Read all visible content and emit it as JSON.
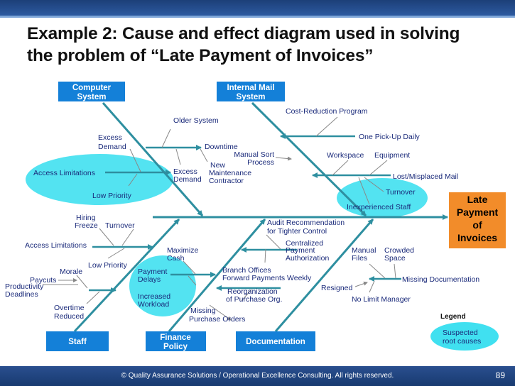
{
  "title": {
    "line1": "Example 2: Cause and effect diagram used in solving",
    "line2": "the problem of “Late Payment of Invoices”"
  },
  "effect": [
    "Late",
    "Payment",
    "of",
    "Invoices"
  ],
  "categories": {
    "computer": [
      "Computer",
      "System"
    ],
    "mail": [
      "Internal Mail",
      "System"
    ],
    "staff": [
      "Staff"
    ],
    "finance": [
      "Finance",
      "Policy"
    ],
    "documentation": [
      "Documentation"
    ]
  },
  "labels": {
    "older_system": "Older System",
    "excess_demand_1": [
      "Excess",
      "Demand"
    ],
    "downtime": "Downtime",
    "new_maintenance": [
      "New",
      "Maintenance",
      "Contractor"
    ],
    "excess_demand_2": [
      "Excess",
      "Demand"
    ],
    "access_limitations_1": "Access Limitations",
    "low_priority_1": "Low Priority",
    "cost_reduction": "Cost-Reduction Program",
    "one_pickup": "One Pick-Up Daily",
    "manual_sort": [
      "Manual Sort",
      "Process"
    ],
    "workspace": "Workspace",
    "equipment": "Equipment",
    "lost_mail": "Lost/Misplaced Mail",
    "turnover_1": "Turnover",
    "inexperienced": "Inexperienced Staff",
    "hiring_freeze": [
      "Hiring",
      "Freeze"
    ],
    "turnover_2": "Turnover",
    "access_limitations_2": "Access Limitations",
    "low_priority_2": "Low Priority",
    "morale": "Morale",
    "paycuts": "Paycuts",
    "productivity": [
      "Productivity",
      "Deadlines"
    ],
    "overtime": [
      "Overtime",
      "Reduced"
    ],
    "maximize_cash": [
      "Maximize",
      "Cash"
    ],
    "payment_delays": [
      "Payment",
      "Delays"
    ],
    "increased_workload": [
      "Increased",
      "Workload"
    ],
    "missing_po": [
      "Missing",
      "Purchase Orders"
    ],
    "audit": [
      "Audit Recommendation",
      "for Tighter Control"
    ],
    "centralized": [
      "Centralized",
      "Payment",
      "Authorization"
    ],
    "branch_offices": [
      "Branch Offices",
      "Forward Payments Weekly"
    ],
    "reorganization": [
      "Reorganization",
      "of Purchase Org."
    ],
    "manual_files": [
      "Manual",
      "Files"
    ],
    "crowded_space": [
      "Crowded",
      "Space"
    ],
    "missing_doc": "Missing Documentation",
    "resigned": "Resigned",
    "no_limit": "No Limit Manager"
  },
  "legend": {
    "title": "Legend",
    "item": [
      "Suspected",
      "root causes"
    ]
  },
  "footer": "© Quality Assurance Solutions / Operational Excellence Consulting.  All rights reserved.",
  "page_number": "89",
  "colors": {
    "bone": "#2e8fa0",
    "category_box": "#1480d8",
    "effect_box": "#f28c2a",
    "highlight": "#40e0f0",
    "label_text": "#1a2a7a"
  }
}
